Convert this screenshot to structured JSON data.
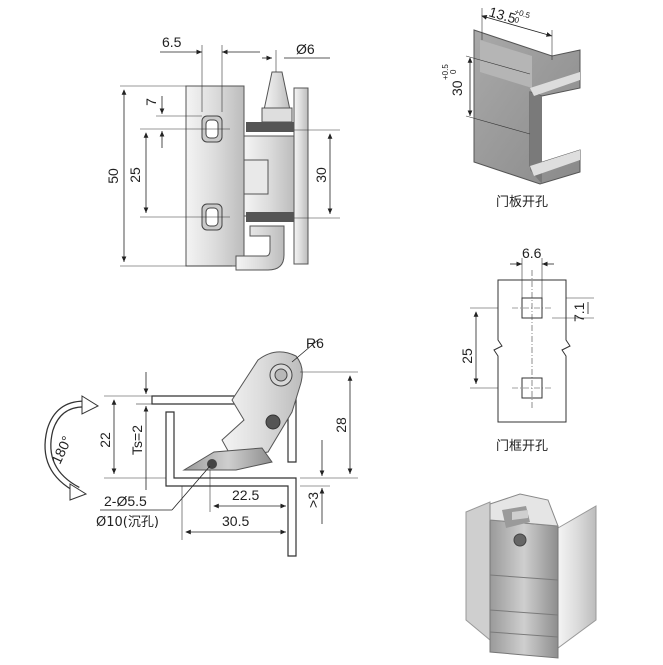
{
  "top_view": {
    "dim_top_width": "6.5",
    "dim_pin": "Ø6",
    "dim_small": "7",
    "dim_height": "50",
    "dim_hole_spacing": "25",
    "dim_right": "30"
  },
  "side_view": {
    "dim_radius": "R6",
    "dim_22": "22",
    "dim_ts": "Ts=2",
    "dim_28": "28",
    "dim_rotation": "180°",
    "dim_holes": "2-Ø5.5",
    "dim_counterbore": "Ø10(沉孔)",
    "dim_22_5": "22.5",
    "dim_30_5": "30.5",
    "dim_gt3": ">3"
  },
  "door_cutout": {
    "dim_width": "13.5",
    "dim_width_tol_upper": "+0.5",
    "dim_width_tol_lower": "0",
    "dim_height": "30",
    "dim_height_tol_upper": "+0.5",
    "dim_height_tol_lower": "0",
    "caption": "门板开孔"
  },
  "frame_cutout": {
    "dim_square": "6.6",
    "dim_offset": "7.1",
    "dim_spacing": "25",
    "caption": "门框开孔"
  },
  "colors": {
    "line": "#222222",
    "metal_light": "#e8e8e8",
    "metal_mid": "#bdbdbd",
    "metal_dark": "#8a8a8a"
  }
}
